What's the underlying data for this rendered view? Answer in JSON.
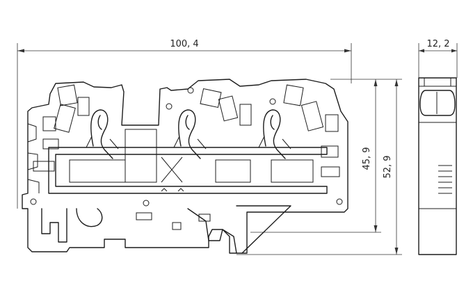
{
  "dimensions": {
    "overall_width": "100, 4",
    "side_width": "12, 2",
    "height_inner": "45, 9",
    "height_overall": "52, 9"
  },
  "colors": {
    "line": "#1c1c1c",
    "background": "#ffffff"
  }
}
